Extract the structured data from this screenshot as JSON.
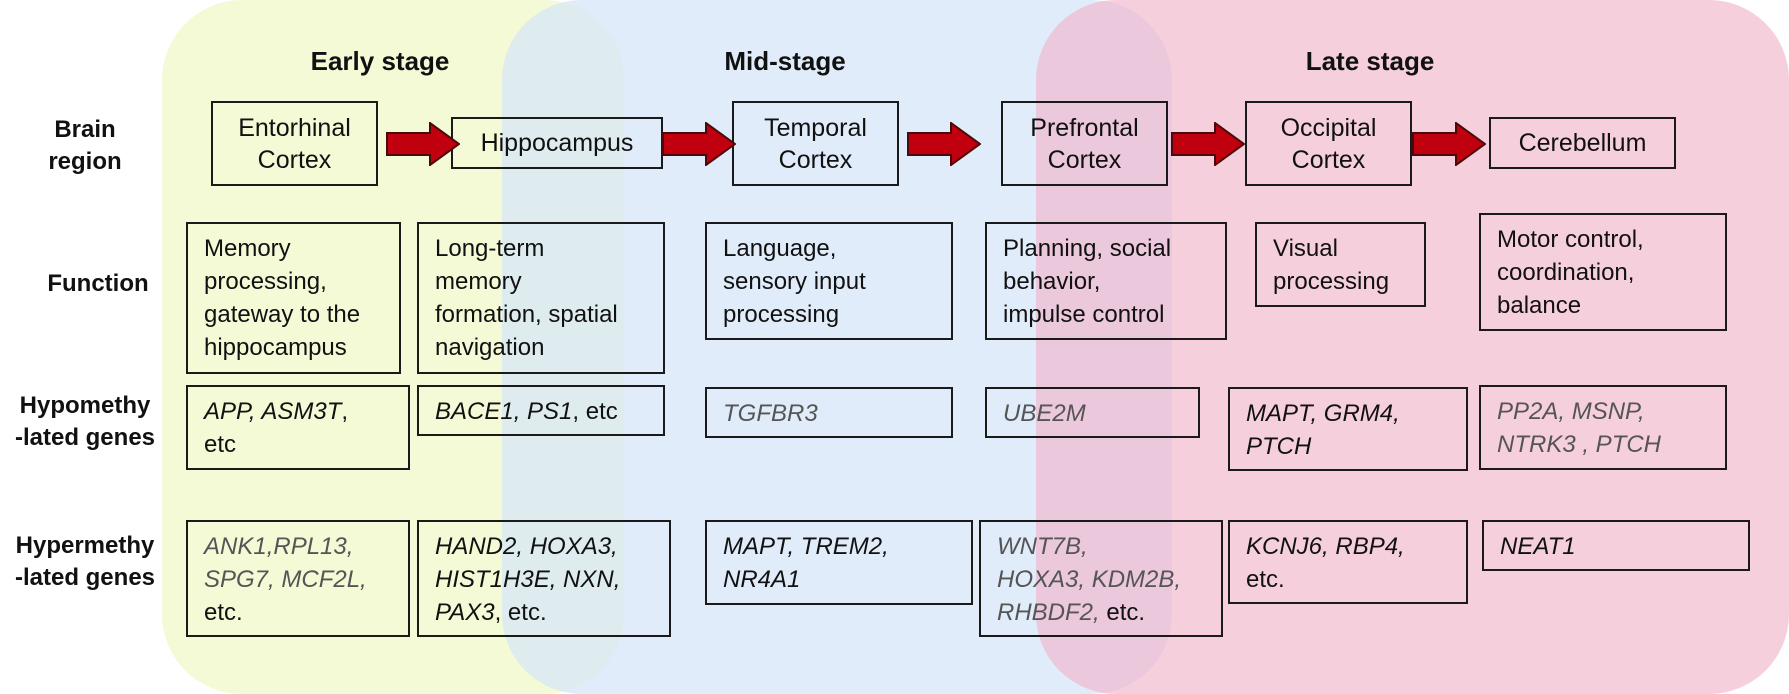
{
  "stages": {
    "early": "Early stage",
    "mid": "Mid-stage",
    "late": "Late stage"
  },
  "row_labels": {
    "brain_region": [
      "Brain",
      "region"
    ],
    "function": "Function",
    "hypo": [
      "Hypomethy",
      "-lated genes"
    ],
    "hyper": [
      "Hypermethy",
      "-lated genes"
    ]
  },
  "regions": [
    [
      "Entorhinal",
      "Cortex"
    ],
    [
      "Hippocampus"
    ],
    [
      "Temporal",
      "Cortex"
    ],
    [
      "Prefrontal",
      "Cortex"
    ],
    [
      "Occipital",
      "Cortex"
    ],
    [
      "Cerebellum"
    ]
  ],
  "functions": [
    [
      "Memory",
      "processing,",
      "gateway to the",
      "hippocampus"
    ],
    [
      "Long-term",
      "memory",
      "formation, spatial",
      "navigation"
    ],
    [
      "Language,",
      "sensory input",
      "processing"
    ],
    [
      "Planning, social",
      "behavior,",
      "impulse control"
    ],
    [
      "Visual",
      "processing"
    ],
    [
      "Motor control,",
      "coordination,",
      "balance"
    ]
  ],
  "hypomethylated": [
    [
      "APP, ASM3T",
      ",",
      "etc"
    ],
    [
      "BACE1, PS1",
      ", etc"
    ],
    [
      "TGFBR3"
    ],
    [
      "UBE2M"
    ],
    [
      "MAPT, GRM4,",
      "PTCH"
    ],
    [
      "PP2A, MSNP,",
      "NTRK3 , PTCH"
    ]
  ],
  "hypermethylated": [
    [
      "ANK1,RPL13,",
      "SPG7, MCF2L,",
      "etc."
    ],
    [
      "HAND2, HOXA3,",
      "HIST1H3E, NXN,",
      "PAX3",
      ", etc."
    ],
    [
      "MAPT, TREM2,",
      "NR4A1"
    ],
    [
      "WNT7B,",
      "HOXA3, KDM2B,",
      "RHBDF2,",
      " etc."
    ],
    [
      "KCNJ6, RBP4,",
      "etc."
    ],
    [
      "NEAT1"
    ]
  ],
  "colors": {
    "early_bg": "#f3f8d2",
    "mid_bg": "#d6e4f8",
    "late_bg": "#f0b2c8",
    "arrow_fill": "#c0000e",
    "arrow_stroke": "#4a0a0a",
    "box_border": "#1a1a1a"
  }
}
